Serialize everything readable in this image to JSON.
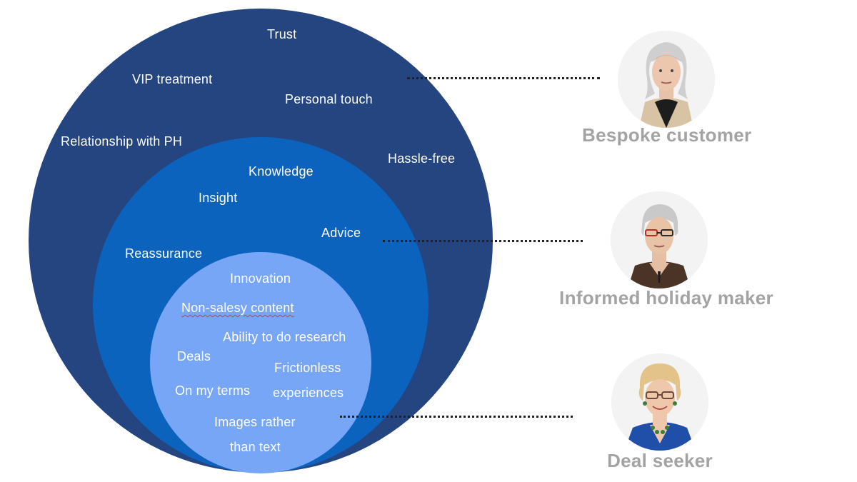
{
  "circles": {
    "outer": {
      "color": "#24457f",
      "labels": [
        "Trust",
        "VIP treatment",
        "Personal touch",
        "Relationship with PH",
        "Hassle-free"
      ]
    },
    "middle": {
      "color": "#0b63bd",
      "labels": [
        "Knowledge",
        "Insight",
        "Advice",
        "Reassurance"
      ]
    },
    "inner": {
      "color": "#77a6f6",
      "labels": [
        "Innovation",
        "Non-salesy content",
        "Ability to do research",
        "Deals",
        "Frictionless",
        "experiences",
        "On my terms",
        "Images rather",
        "than text"
      ]
    }
  },
  "personas": [
    {
      "name": "Bespoke customer",
      "icon": "bespoke-customer-photo"
    },
    {
      "name": "Informed holiday maker",
      "icon": "informed-holiday-maker-photo"
    },
    {
      "name": "Deal seeker",
      "icon": "deal-seeker-photo"
    }
  ]
}
